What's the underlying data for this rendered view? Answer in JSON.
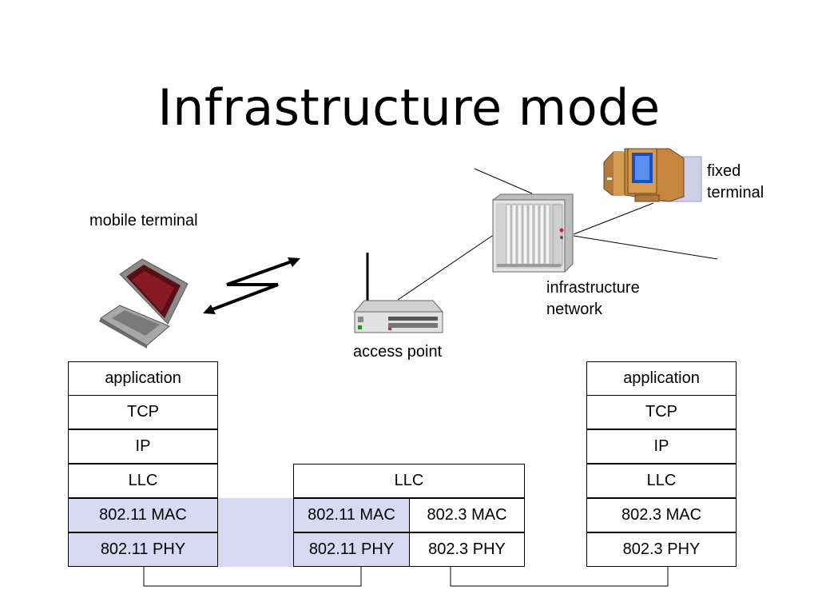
{
  "title": "Infrastructure mode",
  "labels": {
    "mobile_terminal": "mobile terminal",
    "access_point": "access point",
    "infrastructure_network": [
      "infrastructure",
      "network"
    ],
    "fixed_terminal": [
      "fixed",
      "terminal"
    ]
  },
  "stacks": {
    "mobile": {
      "layers": [
        "application",
        "TCP",
        "IP",
        "LLC",
        "802.11 MAC",
        "802.11 PHY"
      ]
    },
    "access_point": {
      "llc": "LLC",
      "left": [
        "802.11 MAC",
        "802.11 PHY"
      ],
      "right": [
        "802.3 MAC",
        "802.3 PHY"
      ]
    },
    "fixed": {
      "layers": [
        "application",
        "TCP",
        "IP",
        "LLC",
        "802.3 MAC",
        "802.3 PHY"
      ]
    }
  },
  "colors": {
    "wireless_highlight": "#d9d9f4"
  },
  "icons": [
    "laptop-icon",
    "wireless-link-icon",
    "access-point-icon",
    "server-rack-icon",
    "desktop-computer-icon"
  ]
}
